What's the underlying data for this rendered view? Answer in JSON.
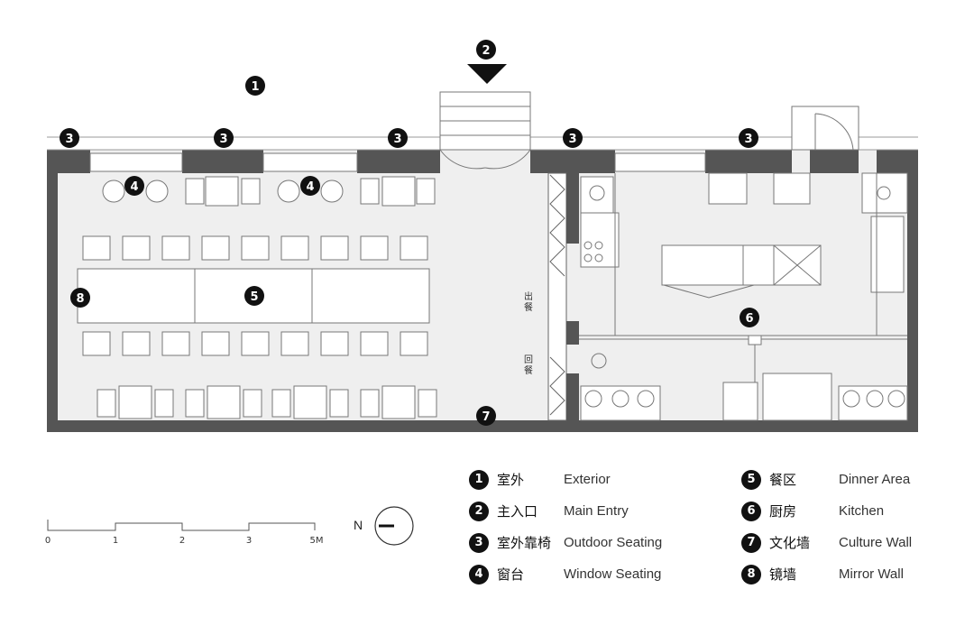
{
  "plan": {
    "entry_badge": "2",
    "exterior_badge": "1",
    "outdoor_badge": "3",
    "window_badge": "4",
    "dining_badge": "5",
    "kitchen_badge": "6",
    "culture_badge": "7",
    "mirror_badge": "8",
    "pass_out_label": "出餐",
    "pass_back_label": "回餐"
  },
  "legend": {
    "left": [
      {
        "num": "1",
        "zh": "室外",
        "en": "Exterior"
      },
      {
        "num": "2",
        "zh": "主入口",
        "en": "Main Entry"
      },
      {
        "num": "3",
        "zh": "室外靠椅",
        "en": "Outdoor Seating"
      },
      {
        "num": "4",
        "zh": "窗台",
        "en": "Window Seating"
      }
    ],
    "right": [
      {
        "num": "5",
        "zh": "餐区",
        "en": "Dinner Area"
      },
      {
        "num": "6",
        "zh": "厨房",
        "en": "Kitchen"
      },
      {
        "num": "7",
        "zh": "文化墙",
        "en": "Culture Wall"
      },
      {
        "num": "8",
        "zh": "镜墙",
        "en": "Mirror Wall"
      }
    ]
  },
  "scale_bar": {
    "ticks": [
      "0",
      "1",
      "2",
      "3",
      "5M"
    ]
  },
  "north": {
    "label": "N"
  }
}
